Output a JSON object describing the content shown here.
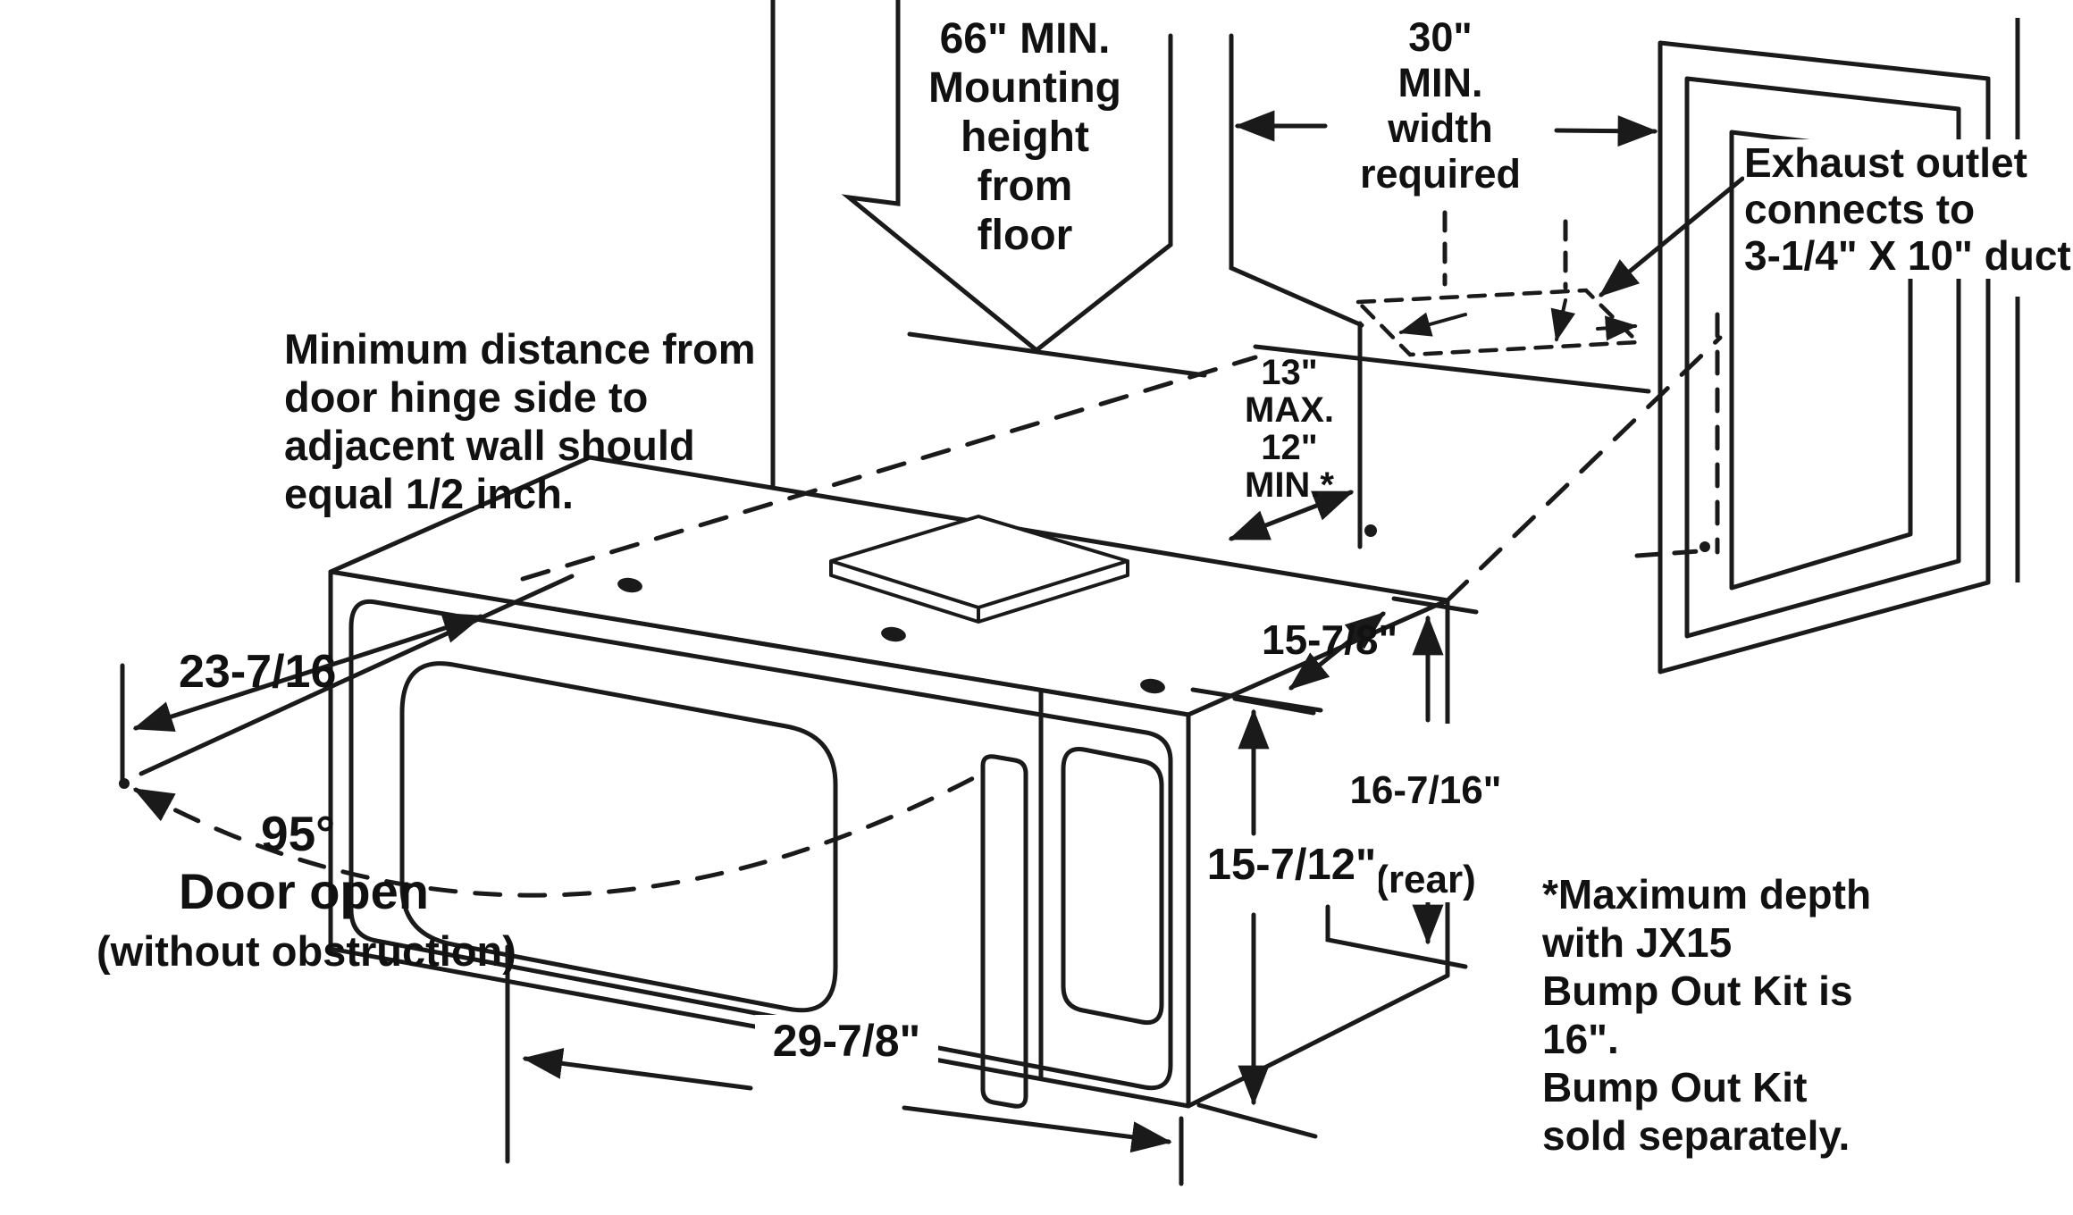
{
  "diagram": {
    "type": "microwave-installation-dimension-diagram",
    "colors": {
      "ink": "#1a1a1a",
      "background": "#ffffff"
    },
    "labels": {
      "mounting_height": "66\" MIN.\nMounting\nheight\nfrom\nfloor",
      "width_required": "30\"\nMIN.\nwidth\nrequired",
      "exhaust_outlet": "Exhaust outlet\nconnects to\n3-1/4\" X 10\" duct",
      "min_distance": "Minimum distance from\ndoor hinge side to\nadjacent wall should\nequal 1/2 inch.",
      "niche_depth": "13\"\nMAX.\n12\"\nMIN.*",
      "open_door_depth": "23-7/16",
      "door_angle": "95°",
      "door_open": "Door open",
      "without_obstruction": "(without obstruction)",
      "top_depth": "15-7/8\"",
      "rear_height": "16-7/16\"",
      "rear_tag": "(rear)",
      "front_height": "15-7/12\"",
      "unit_width": "29-7/8\"",
      "bumpout_note": "*Maximum depth\nwith JX15\nBump Out Kit is 16\".\nBump Out Kit\nsold separately."
    }
  }
}
